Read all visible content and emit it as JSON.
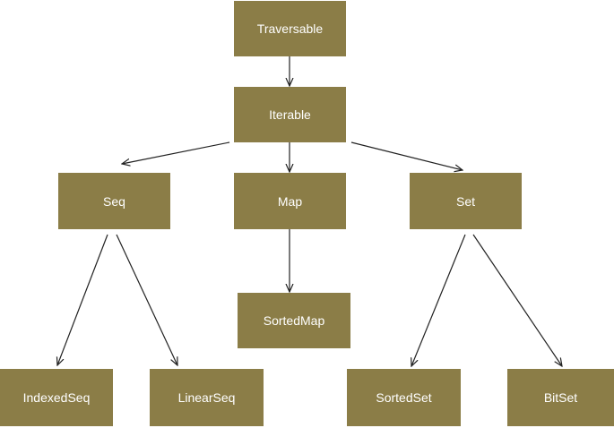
{
  "diagram": {
    "nodes": {
      "traversable": "Traversable",
      "iterable": "Iterable",
      "seq": "Seq",
      "map": "Map",
      "set": "Set",
      "sortedmap": "SortedMap",
      "indexedseq": "IndexedSeq",
      "linearseq": "LinearSeq",
      "sortedset": "SortedSet",
      "bitset": "BitSet"
    },
    "edges": [
      [
        "traversable",
        "iterable"
      ],
      [
        "iterable",
        "seq"
      ],
      [
        "iterable",
        "map"
      ],
      [
        "iterable",
        "set"
      ],
      [
        "map",
        "sortedmap"
      ],
      [
        "seq",
        "indexedseq"
      ],
      [
        "seq",
        "linearseq"
      ],
      [
        "set",
        "sortedset"
      ],
      [
        "set",
        "bitset"
      ]
    ],
    "colors": {
      "node_fill": "#8b7d47",
      "node_text": "#ffffff",
      "edge": "#222222"
    }
  }
}
